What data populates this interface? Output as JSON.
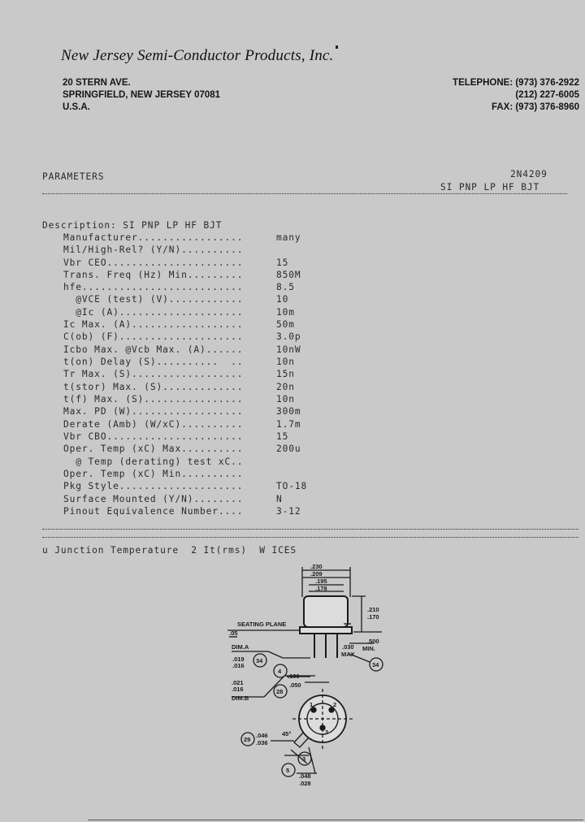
{
  "header": {
    "company": "New Jersey Semi-Conductor Products, Inc.",
    "address": [
      "20 STERN AVE.",
      "SPRINGFIELD, NEW JERSEY 07081",
      "U.S.A."
    ],
    "contact": [
      "TELEPHONE: (973) 376-2922",
      "(212) 227-6005",
      "FAX: (973) 376-8960"
    ]
  },
  "section": {
    "label": "PARAMETERS",
    "part_number": "2N4209",
    "part_desc": "SI PNP LP HF BJT"
  },
  "description": "Description: SI PNP LP HF BJT",
  "parameters": [
    {
      "label": "Manufacturer.................",
      "value": "many"
    },
    {
      "label": "Mil/High-Rel? (Y/N)..........",
      "value": ""
    },
    {
      "label": "Vbr CEO......................",
      "value": "15"
    },
    {
      "label": "Trans. Freq (Hz) Min.........",
      "value": "850M"
    },
    {
      "label": "hfe..........................",
      "value": "8.5"
    },
    {
      "label": "  @VCE (test) (V)............",
      "value": "10"
    },
    {
      "label": "  @Ic (A)....................",
      "value": "10m"
    },
    {
      "label": "Ic Max. (A)..................",
      "value": "50m"
    },
    {
      "label": "C(ob) (F)....................",
      "value": "3.0p"
    },
    {
      "label": "Icbo Max. @Vcb Max. (A)......",
      "value": "10nW"
    },
    {
      "label": "t(on) Delay (S)..........  ..",
      "value": "10n"
    },
    {
      "label": "Tr Max. (S)..................",
      "value": "15n"
    },
    {
      "label": "t(stor) Max. (S).............",
      "value": "20n"
    },
    {
      "label": "t(f) Max. (S)................",
      "value": "10n"
    },
    {
      "label": "Max. PD (W)..................",
      "value": "300m"
    },
    {
      "label": "Derate (Amb) (W/xC)..........",
      "value": "1.7m"
    },
    {
      "label": "Vbr CBO......................",
      "value": "15"
    },
    {
      "label": "Oper. Temp (xC) Max..........",
      "value": "200u"
    },
    {
      "label": "  @ Temp (derating) test xC..",
      "value": ""
    },
    {
      "label": "Oper. Temp (xC) Min..........",
      "value": ""
    },
    {
      "label": "Pkg Style....................",
      "value": "TO-18"
    },
    {
      "label": "Surface Mounted (Y/N)........",
      "value": "N"
    },
    {
      "label": "Pinout Equivalence Number....",
      "value": "3-12"
    }
  ],
  "footnote": "u Junction Temperature  2 It(rms)  W ICES",
  "drawing": {
    "seating_plane": "SEATING PLANE",
    "dim_a": "DIM.A",
    "dim_b": "DIM.B",
    "max": "MAX",
    "min": "MIN.",
    "dims": {
      "top1": ".230",
      "top2": ".209",
      "top3": ".195",
      "top4": ".178",
      "h1": ".210",
      "h2": ".170",
      "ref05": ".05",
      "lead1": ".019",
      "lead2": ".016",
      "lead3": ".021",
      "lead4": ".016",
      "d030": ".030",
      "d500": ".500",
      "d100": ".100",
      "d050": ".050",
      "d046": ".046",
      "d036": ".036",
      "d048": ".048",
      "d028": ".028",
      "angle": "45°"
    },
    "circles": [
      "34",
      "4",
      "28",
      "34",
      "29",
      "3",
      "5"
    ],
    "pins": [
      "1",
      "2",
      "3"
    ]
  }
}
